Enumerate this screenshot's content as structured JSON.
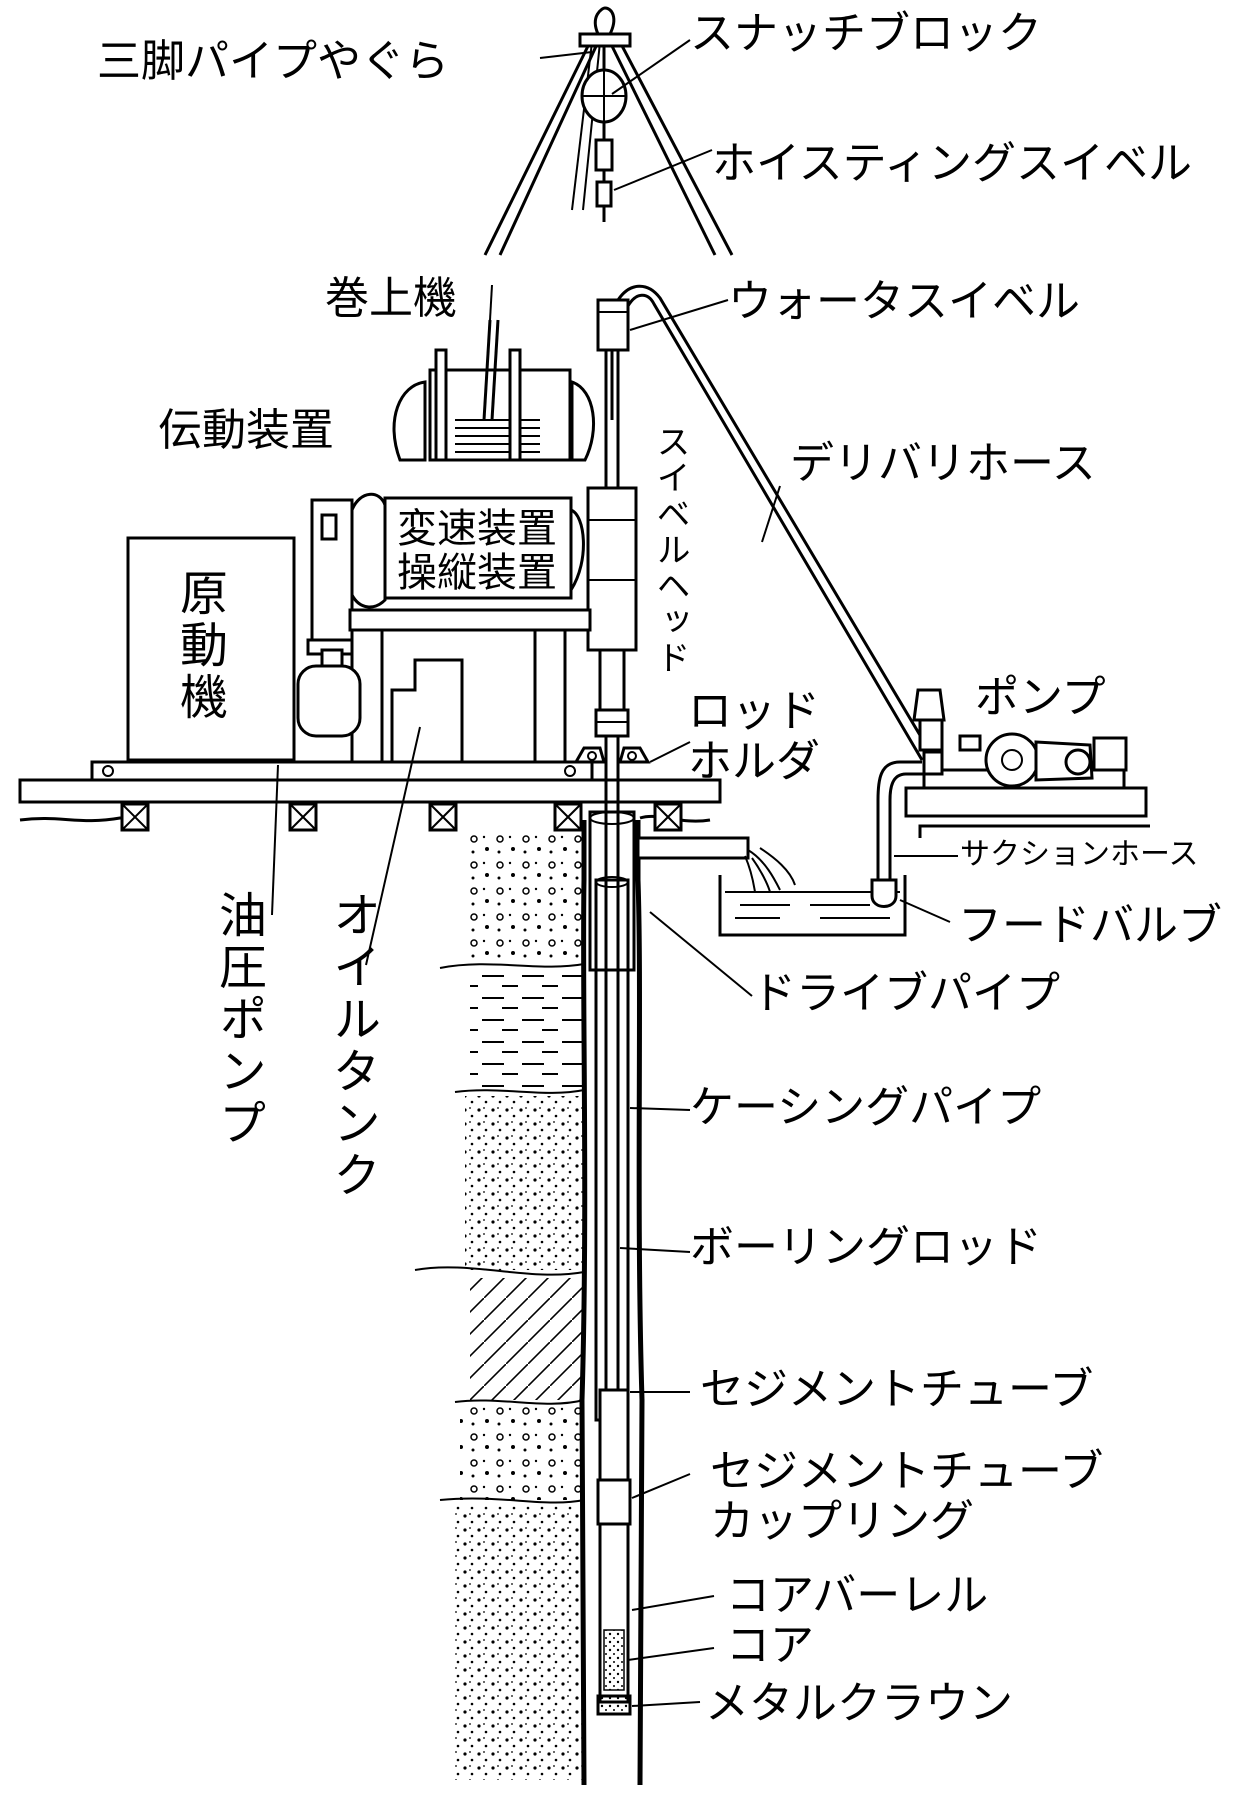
{
  "labels": {
    "tripod": "三脚パイプやぐら",
    "snatch_block": "スナッチブロック",
    "hoisting_swivel": "ホイスティングスイベル",
    "hoist": "巻上機",
    "water_swivel": "ウォータスイベル",
    "transmission": "伝動装置",
    "delivery_hose": "デリバリホース",
    "swivel_head": "スイベルヘッド",
    "gearbox_line1": "変速装置",
    "gearbox_line2": "操縦装置",
    "engine_line1": "原",
    "engine_line2": "動",
    "engine_line3": "機",
    "pump": "ポンプ",
    "rod_holder_line1": "ロッド",
    "rod_holder_line2": "ホルダ",
    "suction_hose": "サクションホース",
    "foot_valve": "フードバルブ",
    "hydraulic_pump": "油圧ポンプ",
    "oil_tank": "オイルタンク",
    "drive_pipe": "ドライブパイプ",
    "casing_pipe": "ケーシングパイプ",
    "boring_rod": "ボーリングロッド",
    "sediment_tube": "セジメントチューブ",
    "sediment_coupling_line1": "セジメントチューブ",
    "sediment_coupling_line2": "カップリング",
    "core_barrel": "コアバーレル",
    "core": "コア",
    "metal_crown": "メタルクラウン"
  }
}
